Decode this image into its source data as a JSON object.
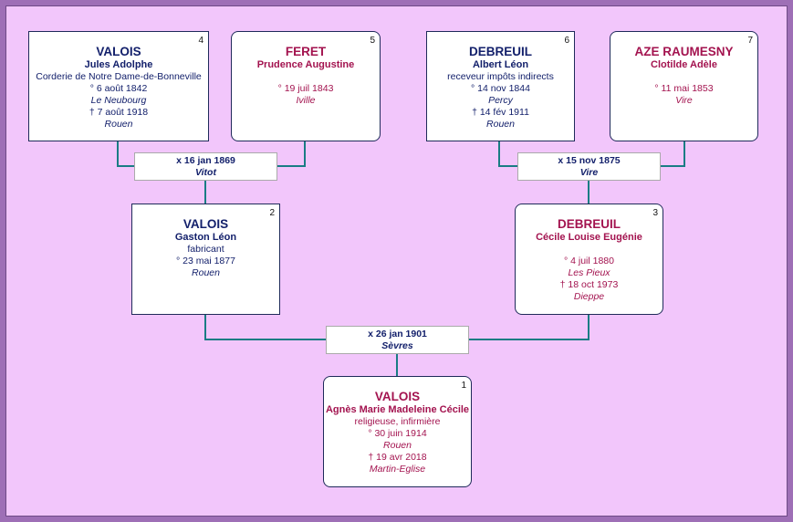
{
  "people": {
    "p4": {
      "num": "4",
      "surname": "VALOIS",
      "given": "Jules Adolphe",
      "occupation": "Corderie de Notre Dame-de-Bonneville",
      "birth": "° 6 août 1842",
      "birth_place": "Le Neubourg",
      "death": "† 7 août 1918",
      "death_place": "Rouen"
    },
    "p5": {
      "num": "5",
      "surname": "FERET",
      "given": "Prudence Augustine",
      "birth": "° 19 juil 1843",
      "birth_place": "Iville"
    },
    "p6": {
      "num": "6",
      "surname": "DEBREUIL",
      "given": "Albert Léon",
      "occupation": "receveur impôts indirects",
      "birth": "° 14 nov 1844",
      "birth_place": "Percy",
      "death": "† 14 fév 1911",
      "death_place": "Rouen"
    },
    "p7": {
      "num": "7",
      "surname": "AZE RAUMESNY",
      "given": "Clotilde Adèle",
      "birth": "° 11 mai 1853",
      "birth_place": "Vire"
    },
    "p2": {
      "num": "2",
      "surname": "VALOIS",
      "given": "Gaston Léon",
      "occupation": "fabricant",
      "birth": "° 23 mai 1877",
      "birth_place": "Rouen"
    },
    "p3": {
      "num": "3",
      "surname": "DEBREUIL",
      "given": "Cécile Louise Eugénie",
      "birth": "° 4 juil 1880",
      "birth_place": "Les Pieux",
      "death": "† 18 oct 1973",
      "death_place": "Dieppe"
    },
    "p1": {
      "num": "1",
      "surname": "VALOIS",
      "given": "Agnès Marie Madeleine Cécile",
      "occupation": "religieuse, infirmière",
      "birth": "° 30 juin 1914",
      "birth_place": "Rouen",
      "death": "† 19 avr 2018",
      "death_place": "Martin-Eglise"
    }
  },
  "unions": {
    "u45": {
      "date": "x 16 jan 1869",
      "place": "Vitot"
    },
    "u67": {
      "date": "x 15 nov 1875",
      "place": "Vire"
    },
    "u23": {
      "date": "x 26 jan 1901",
      "place": "Sèvres"
    }
  },
  "colors": {
    "background": "#f2c6fb",
    "frame": "#9e6fb6",
    "male": "#13206b",
    "female": "#a3134f",
    "connector": "#1a7c84"
  }
}
